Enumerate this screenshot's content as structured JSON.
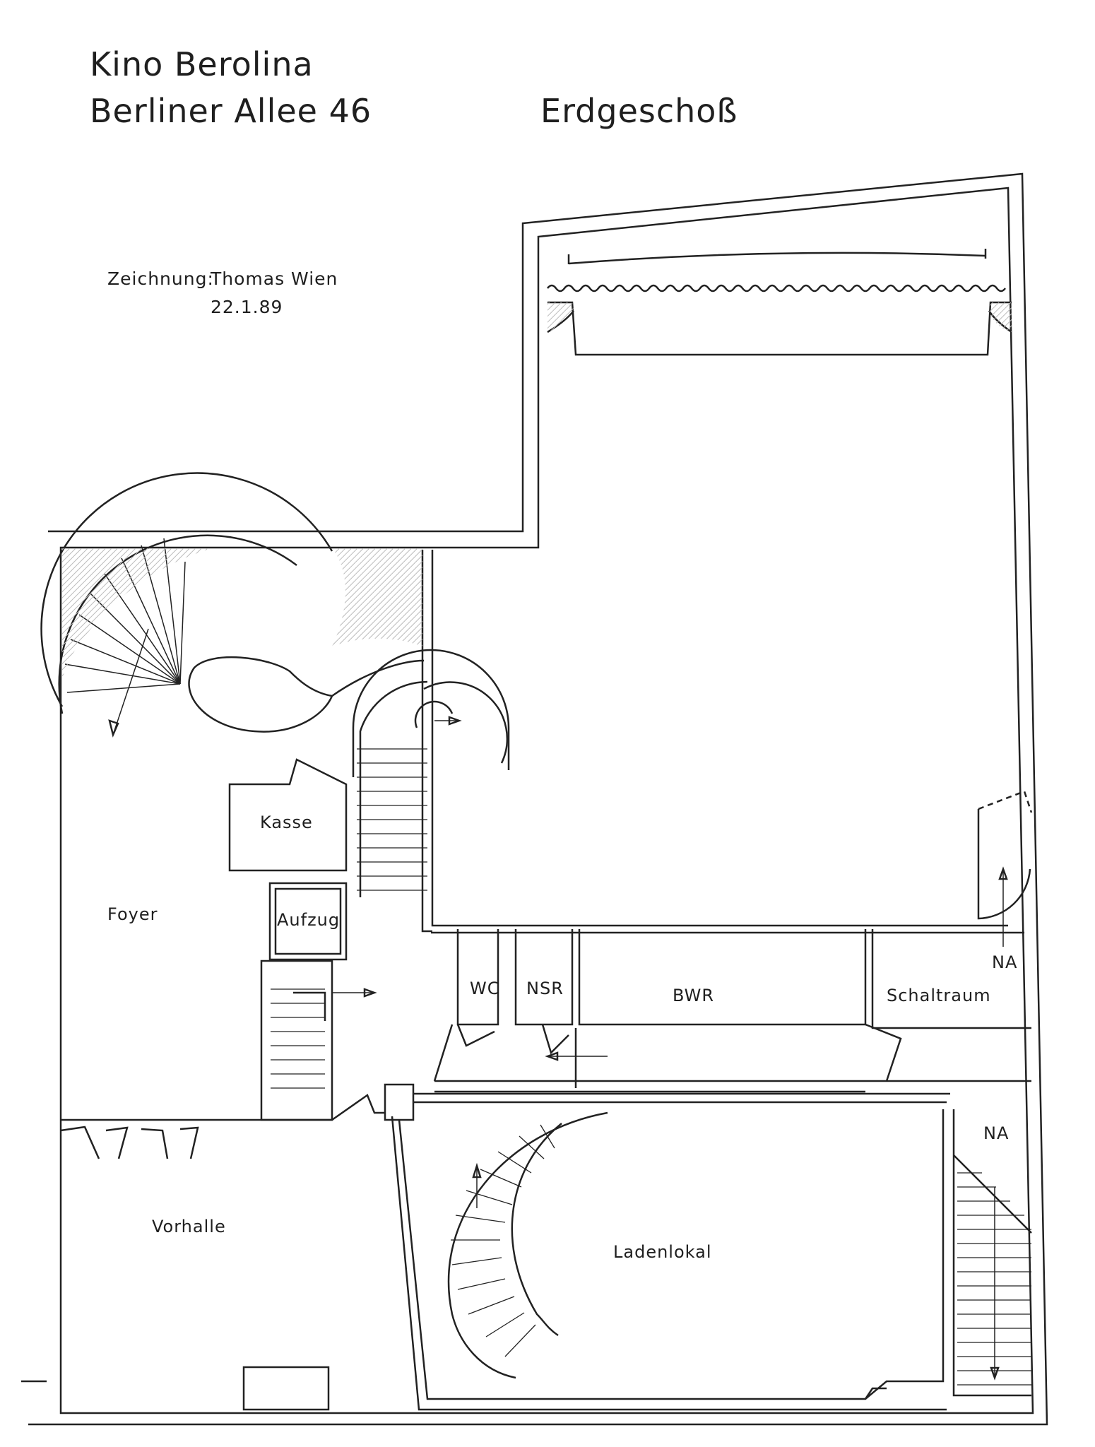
{
  "header": {
    "title_line1": "Kino Berolina",
    "title_line2": "Berliner Allee 46",
    "floor": "Erdgeschoß",
    "drawing_credit": "Zeichnung:",
    "drawing_author": "Thomas Wien",
    "drawing_date": "22.1.89"
  },
  "rooms": {
    "kasse": "Kasse",
    "aufzug": "Aufzug",
    "foyer": "Foyer",
    "wc": "WC",
    "nsr": "NSR",
    "bwr": "BWR",
    "schaltraum": "Schaltraum",
    "na_upper": "NA",
    "na_lower": "NA",
    "vorhalle": "Vorhalle",
    "ladenlokal": "Ladenlokal"
  }
}
